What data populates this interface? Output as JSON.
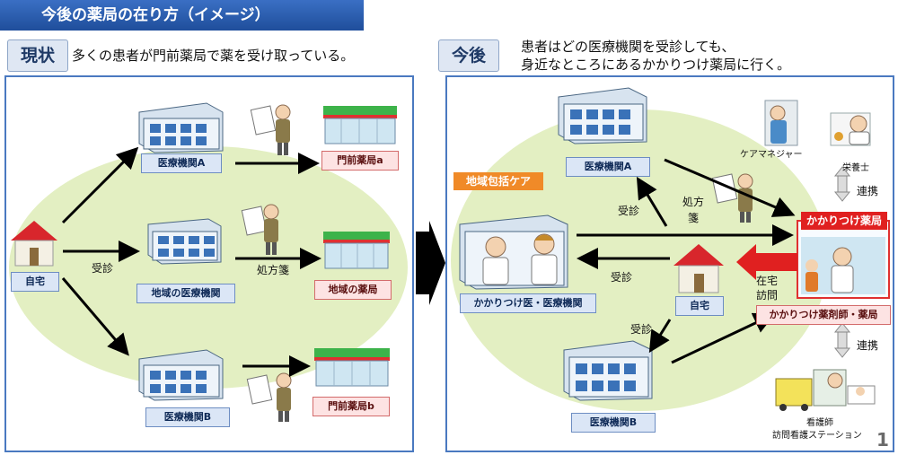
{
  "title": "今後の薬局の在り方（イメージ）",
  "current": {
    "tag": "現状",
    "message": "多くの患者が門前薬局で薬を受け取っている。",
    "home": "自宅",
    "consult": "受診",
    "prescription": "処方箋",
    "hospital_a": "医療機関A",
    "hospital_local": "地域の医療機関",
    "hospital_b": "医療機関B",
    "pharmacy_a": "門前薬局a",
    "pharmacy_local": "地域の薬局",
    "pharmacy_b": "門前薬局b"
  },
  "future": {
    "tag": "今後",
    "message_line1": "患者はどの医療機関を受診しても、",
    "message_line2": "身近なところにあるかかりつけ薬局に行く。",
    "community_care": "地域包括ケア",
    "hospital_a": "医療機関A",
    "hospital_b": "医療機関B",
    "family_doctor": "かかりつけ医・医療機関",
    "home": "自宅",
    "consult_top": "受診",
    "consult_mid": "受診",
    "consult_bottom": "受診",
    "prescription_line1": "処方",
    "prescription_line2": "箋",
    "pharmacy_sign": "かかりつけ薬局",
    "pharmacist_label": "かかりつけ薬剤師・薬局",
    "home_visit_line1": "在宅",
    "home_visit_line2": "訪問",
    "care_manager": "ケアマネジャー",
    "dietitian": "栄養士",
    "cooperation_top": "連携",
    "cooperation_bottom": "連携",
    "nurse": "看護師",
    "visiting_nurse_station": "訪問看護ステーション"
  },
  "page_number": "1",
  "colors": {
    "panel_border": "#4a79c0",
    "ellipse": "#e3efc2",
    "accent_red": "#e02020",
    "title": "#2557a8"
  }
}
